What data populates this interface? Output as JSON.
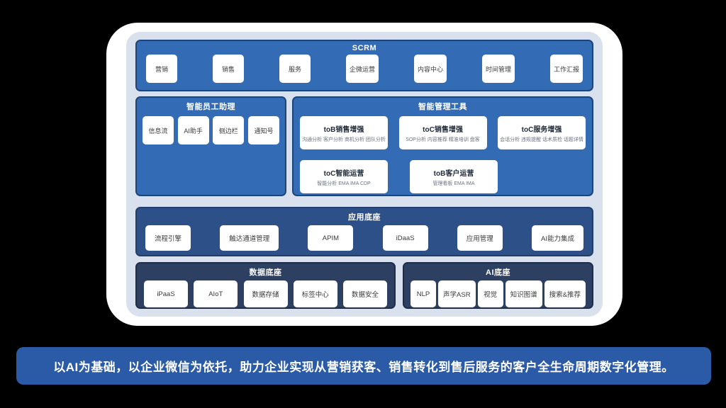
{
  "scrm_panel": {
    "title": "SCRM",
    "items": [
      "营销",
      "销售",
      "服务",
      "企微运营",
      "内容中心",
      "时间管理",
      "工作汇报"
    ]
  },
  "assistant_panel": {
    "title": "智能员工助理",
    "items": [
      "信息流",
      "AI助手",
      "侧边栏",
      "通知号"
    ]
  },
  "management_panel": {
    "title": "智能管理工具",
    "cards_row1": [
      {
        "title": "toB销售增强",
        "subtitle": "沟通分析 客户分析 商机分析 团队分析"
      },
      {
        "title": "toC销售增强",
        "subtitle": "SOP分析 内容推荐 精准培训 盘客"
      },
      {
        "title": "toC服务增强",
        "subtitle": "会话分析 违规提醒 话术质检 话题详情"
      }
    ],
    "cards_row2": [
      {
        "title": "toC智能运营",
        "subtitle": "智能分析 EMA IMA CDP"
      },
      {
        "title": "toB客户运营",
        "subtitle": "管理看板 EMA IMA"
      }
    ]
  },
  "app_base_panel": {
    "title": "应用底座",
    "items": [
      "流程引擎",
      "触达通道管理",
      "APIM",
      "iDaaS",
      "应用管理",
      "AI能力集成"
    ]
  },
  "data_base_panel": {
    "title": "数据底座",
    "items": [
      "iPaaS",
      "AIoT",
      "数据存储",
      "标签中心",
      "数据安全"
    ]
  },
  "ai_base_panel": {
    "title": "AI底座",
    "items": [
      "NLP",
      "声学ASR",
      "视觉",
      "知识图谱",
      "搜索&推荐"
    ]
  },
  "footer": {
    "text": "以AI为基础，以企业微信为依托，助力企业实现从营销获客、销售转化到售后服务的客户全生命周期数字化管理。"
  },
  "colors": {
    "page_background": "#000000",
    "card_background": "#FFFFFF",
    "inset_background": "#D9E1EE",
    "panel_blue": "#336CB4",
    "panel_medium": "#2D5089",
    "panel_dark": "#2D4061",
    "footer_background": "#2B5AA7",
    "box_background": "#FFFFFF"
  }
}
